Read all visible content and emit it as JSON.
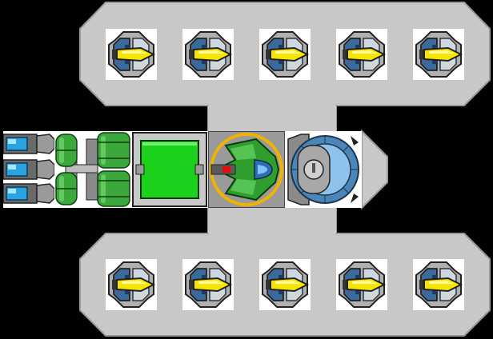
{
  "ship": {
    "colors": {
      "background": "#000000",
      "hull": "#c8c8c8",
      "hull_edge": "#9a9a9a",
      "slot_bg": "#ffffff",
      "blade_yellow": "#f5e600",
      "trim_blue": "#3a6a9a",
      "frame_grey": "#9a9a9a",
      "shield_green": "#1bd11b",
      "tank_green": "#3aa83a",
      "cockpit_green": "#2f9e2f",
      "ring_orange": "#f0b400",
      "engine_blue": "#2aa4e0",
      "reactor_blue": "#4c86b8"
    },
    "top_row": [
      {
        "module": "blade-turret",
        "icon": "blade-turret-icon"
      },
      {
        "module": "blade-turret",
        "icon": "blade-turret-icon"
      },
      {
        "module": "blade-turret",
        "icon": "blade-turret-icon"
      },
      {
        "module": "blade-turret",
        "icon": "blade-turret-icon"
      },
      {
        "module": "blade-turret",
        "icon": "blade-turret-icon"
      }
    ],
    "bottom_row": [
      {
        "module": "blade-turret",
        "icon": "blade-turret-icon"
      },
      {
        "module": "blade-turret",
        "icon": "blade-turret-icon"
      },
      {
        "module": "blade-turret",
        "icon": "blade-turret-icon"
      },
      {
        "module": "blade-turret",
        "icon": "blade-turret-icon"
      },
      {
        "module": "blade-turret",
        "icon": "blade-turret-icon"
      }
    ],
    "spine": [
      {
        "module": "thruster-bank",
        "icon": "thruster-icon"
      },
      {
        "module": "fuel-tanks",
        "icon": "fuel-tank-icon"
      },
      {
        "module": "shield-generator",
        "icon": "shield-generator-icon"
      },
      {
        "module": "cockpit",
        "icon": "cockpit-icon"
      },
      {
        "module": "reactor",
        "icon": "reactor-icon"
      }
    ]
  }
}
